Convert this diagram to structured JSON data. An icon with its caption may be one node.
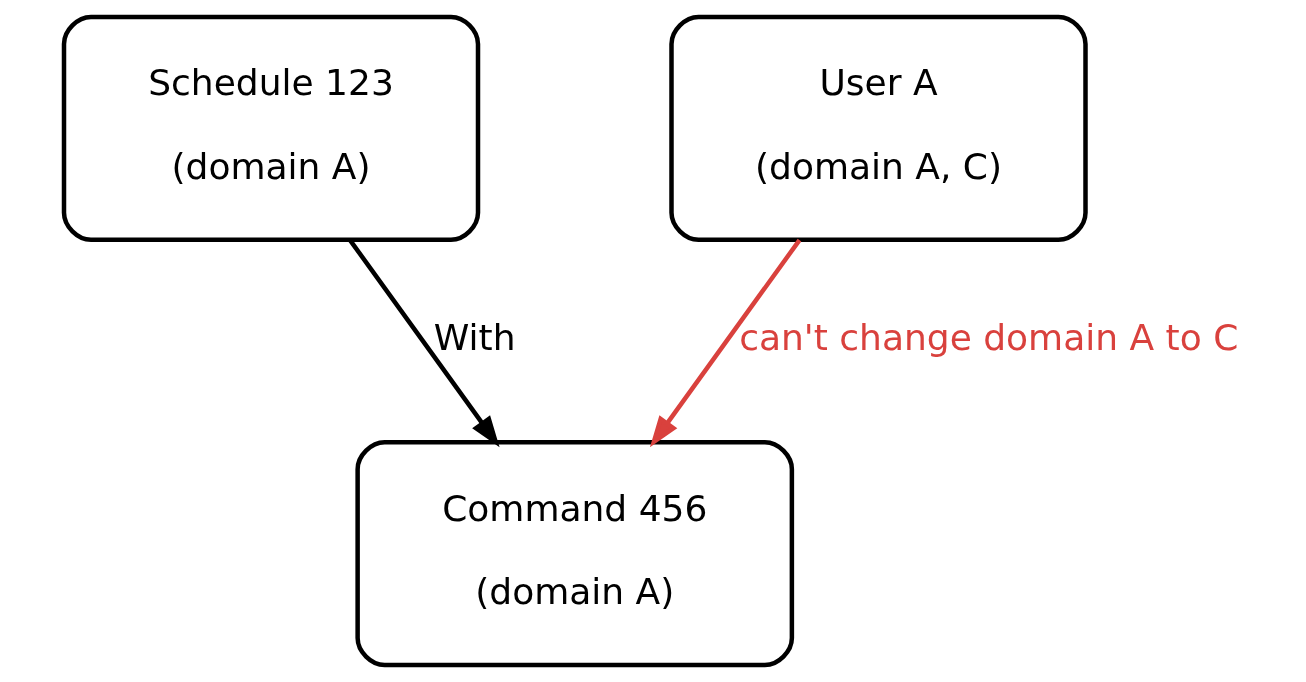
{
  "diagram": {
    "nodes": [
      {
        "text": [
          "Schedule 123",
          "(domain A)"
        ]
      },
      {
        "text": [
          "Command 456",
          "(domain A)"
        ]
      },
      {
        "text": [
          "User A",
          "(domain A, C)"
        ]
      }
    ],
    "edges": [
      {
        "from": 0,
        "to": 1,
        "arrow": "to",
        "label": "With"
      },
      {
        "from": 2,
        "to": 1,
        "arrow": "to",
        "label": "can't change domain A to C",
        "color": "#d9413d"
      }
    ]
  }
}
